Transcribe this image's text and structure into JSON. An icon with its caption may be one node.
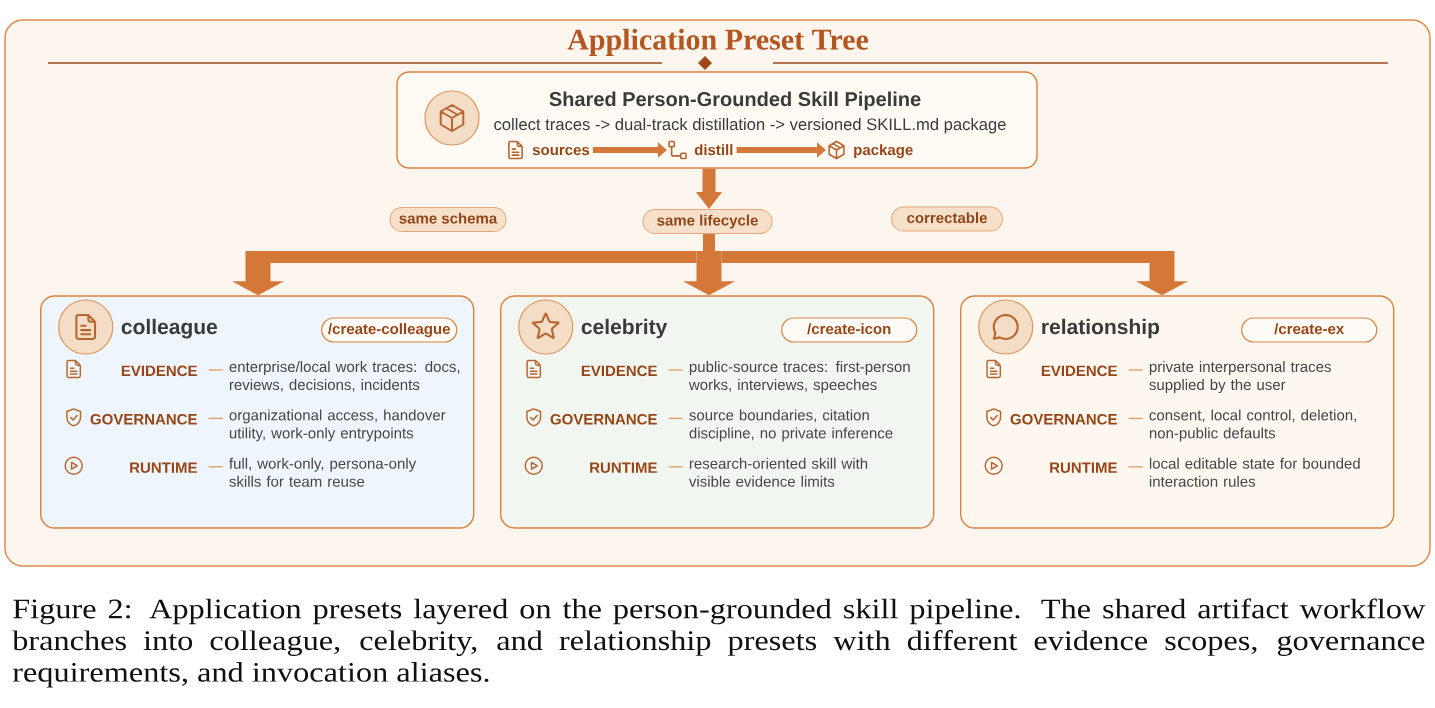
{
  "diagram": {
    "title": "Application Preset Tree",
    "caption": "Figure 2: Application presets layered on the person-grounded skill pipeline. The shared artifact workflow branches into colleague, celebrity, and relationship presets with different evidence scopes, governance requirements, and invocation aliases.",
    "nodes": [
      {
        "text": [
          "Shared Person-Grounded Skill Pipeline",
          "collect traces -> dual-track distillation -> versioned SKILL.md package"
        ]
      },
      {
        "text": [
          "sources"
        ],
        "in": 0
      },
      {
        "text": [
          "distill"
        ],
        "in": 0
      },
      {
        "text": [
          "package"
        ],
        "in": 0
      },
      {
        "text": [
          "same schema"
        ]
      },
      {
        "text": [
          "same lifecycle"
        ]
      },
      {
        "text": [
          "correctable"
        ]
      },
      {
        "text": [
          "colleague",
          "EVIDENCE",
          "enterprise/local work traces: docs, reviews, decisions, incidents",
          "GOVERNANCE",
          "organizational access, handover utility, work-only entrypoints",
          "RUNTIME",
          "full, work-only, persona-only skills for team reuse"
        ]
      },
      {
        "text": [
          "/create-colleague"
        ],
        "in": 7
      },
      {
        "text": [
          "celebrity",
          "EVIDENCE",
          "public-source traces: first-person works, interviews, speeches",
          "GOVERNANCE",
          "source boundaries, citation discipline, no private inference",
          "RUNTIME",
          "research-oriented skill with visible evidence limits"
        ]
      },
      {
        "text": [
          "/create-icon"
        ],
        "in": 9
      },
      {
        "text": [
          "relationship",
          "EVIDENCE",
          "private interpersonal traces supplied by the user",
          "GOVERNANCE",
          "consent, local control, deletion, non-public defaults",
          "RUNTIME",
          "local editable state for bounded interaction rules"
        ]
      },
      {
        "text": [
          "/create-ex"
        ],
        "in": 11
      }
    ],
    "edges": [
      {
        "from": 1,
        "to": 2,
        "arrow": "to"
      },
      {
        "from": 2,
        "to": 3,
        "arrow": "to"
      },
      {
        "from": 0,
        "to": 5,
        "arrow": "to",
        "style": "thick"
      },
      {
        "from": 5,
        "to": 7,
        "arrow": "to",
        "style": "thick"
      },
      {
        "from": 5,
        "to": 9,
        "arrow": "to",
        "style": "thick"
      },
      {
        "from": 5,
        "to": 11,
        "arrow": "to",
        "style": "thick"
      }
    ]
  }
}
